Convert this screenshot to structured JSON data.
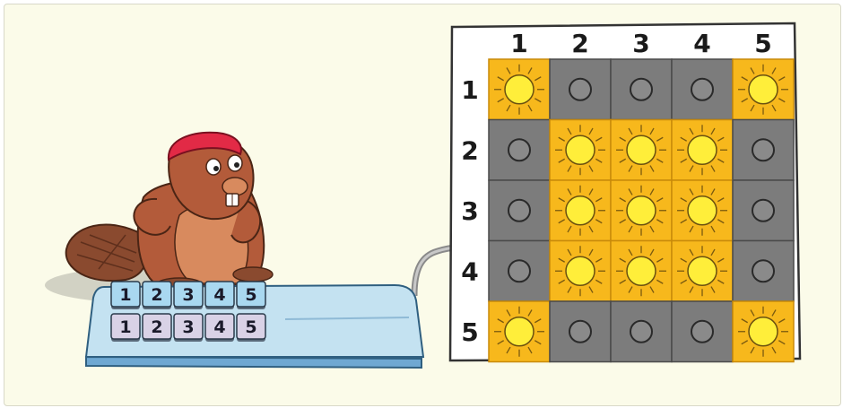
{
  "keyboard": {
    "top_row_keys": [
      "1",
      "2",
      "3",
      "4",
      "5"
    ],
    "bottom_row_keys": [
      "1",
      "2",
      "3",
      "4",
      "5"
    ]
  },
  "grid": {
    "column_labels": [
      "1",
      "2",
      "3",
      "4",
      "5"
    ],
    "row_labels": [
      "1",
      "2",
      "3",
      "4",
      "5"
    ],
    "cells": [
      [
        "on",
        "off",
        "off",
        "off",
        "on"
      ],
      [
        "off",
        "on",
        "on",
        "on",
        "off"
      ],
      [
        "off",
        "on",
        "on",
        "on",
        "off"
      ],
      [
        "off",
        "on",
        "on",
        "on",
        "off"
      ],
      [
        "on",
        "off",
        "off",
        "off",
        "on"
      ]
    ]
  },
  "colors": {
    "lit_cell": "#f7b81c",
    "dark_cell": "#7c7c7c",
    "sun": "#ffee3a",
    "off_light": "#8a8a8a",
    "top_keys": "#a9d8f0",
    "bottom_keys": "#d9d2e6",
    "keyboard_body": "#c4e2f1",
    "beaver": "#b35b3a",
    "cap": "#e22a46"
  },
  "icons": {
    "lit": "sun-icon",
    "unlit": "light-off-icon"
  }
}
